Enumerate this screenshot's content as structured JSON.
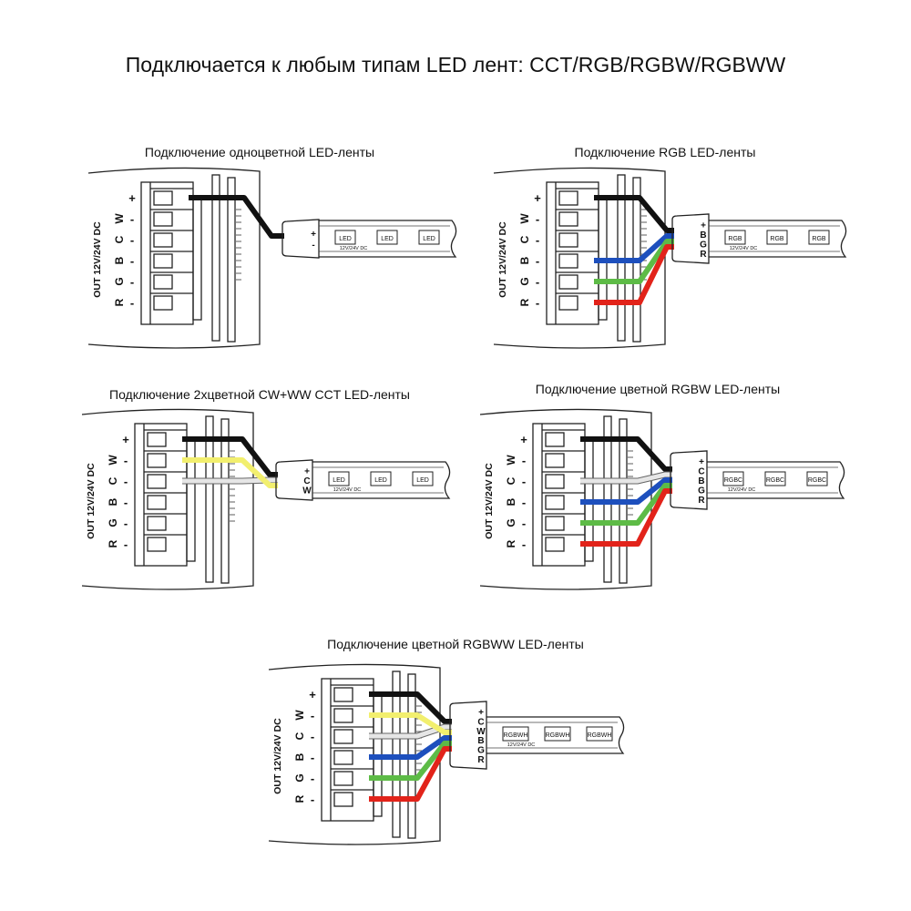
{
  "title": "Подключается к любым типам LED лент: CCT/RGB/RGBW/RGBWW",
  "terminal": {
    "out_label": "OUT 12V/24V DC",
    "channel_letters": [
      "W",
      "C",
      "B",
      "G",
      "R"
    ],
    "signs": [
      "+",
      "-",
      "-",
      "-",
      "-",
      "-"
    ]
  },
  "strip_voltage": "12V/24V DC",
  "wire_colors": {
    "plus": "#111111",
    "warm_white": "#f2ef6e",
    "cool_white": "#e6e6e6",
    "blue": "#1d4fbd",
    "green": "#5dbb46",
    "red": "#e2231a"
  },
  "diagrams": [
    {
      "id": "single-color",
      "caption": "Подключение одноцветной LED-ленты",
      "connector_pins": [
        "+",
        "-"
      ],
      "chip_label": "LED"
    },
    {
      "id": "rgb",
      "caption": "Подключение RGB LED-ленты",
      "connector_pins": [
        "+",
        "B",
        "G",
        "R"
      ],
      "chip_label": "RGB"
    },
    {
      "id": "cct",
      "caption": "Подключение 2хцветной CW+WW CCT LED-ленты",
      "connector_pins": [
        "+",
        "C",
        "W"
      ],
      "chip_label": "LED"
    },
    {
      "id": "rgbw",
      "caption": "Подключение цветной RGBW LED-ленты",
      "connector_pins": [
        "+",
        "C",
        "B",
        "G",
        "R"
      ],
      "chip_label": "RGBC"
    },
    {
      "id": "rgbww",
      "caption": "Подключение цветной RGBWW LED-ленты",
      "connector_pins": [
        "+",
        "C",
        "W",
        "B",
        "G",
        "R"
      ],
      "chip_label": "RGBWH"
    }
  ]
}
